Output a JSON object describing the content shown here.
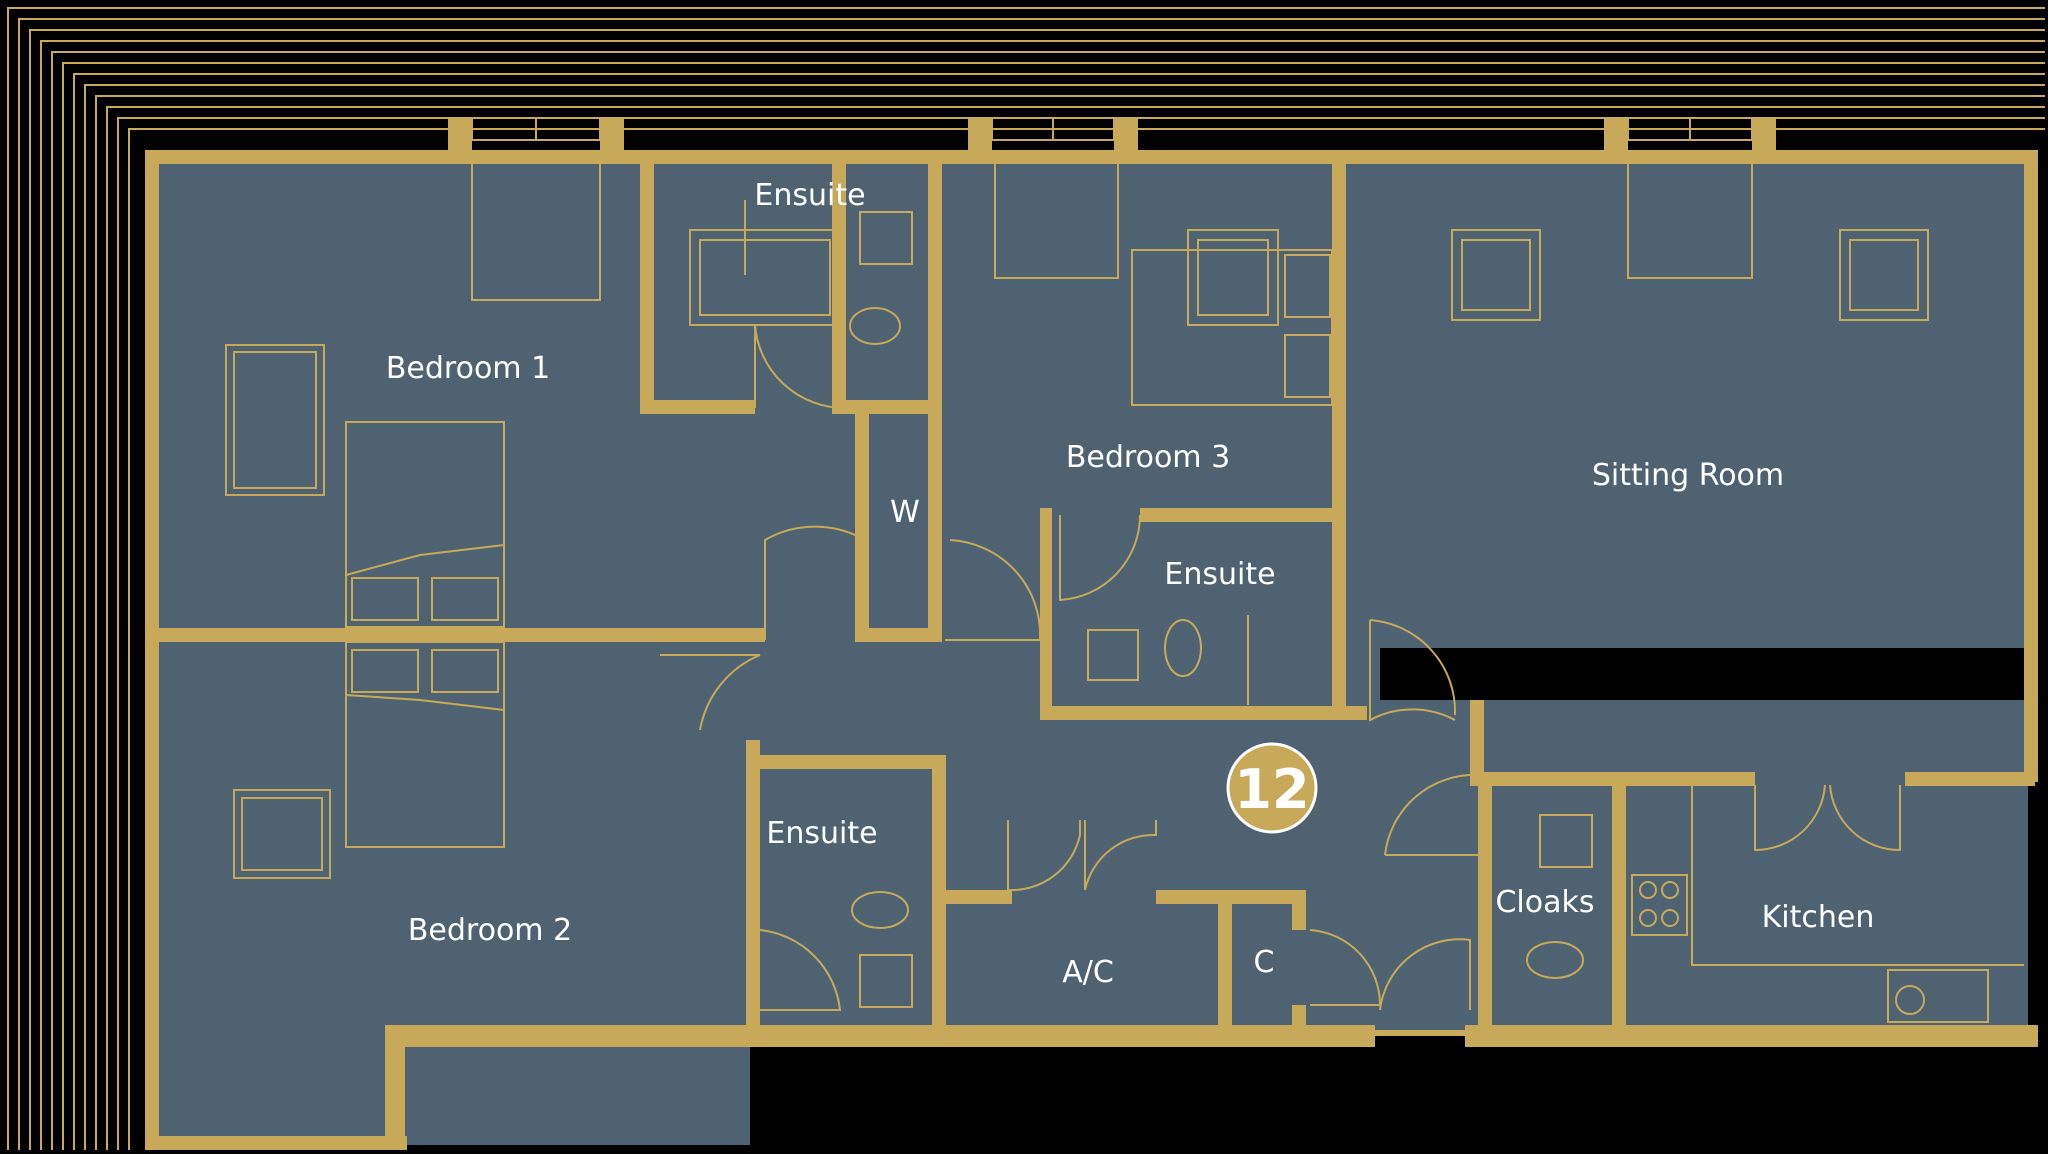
{
  "unit": {
    "number": "12"
  },
  "rooms": {
    "bedroom_1": "Bedroom 1",
    "bedroom_2": "Bedroom 2",
    "bedroom_3": "Bedroom 3",
    "sitting_room": "Sitting Room",
    "kitchen": "Kitchen",
    "cloaks": "Cloaks",
    "ac": "A/C",
    "cupboard": "C",
    "wardrobe": "W",
    "ensuite_1": "Ensuite",
    "ensuite_2": "Ensuite",
    "ensuite_3": "Ensuite"
  },
  "colors": {
    "background": "#000000",
    "floor": "#4e6271",
    "wall": "#c8a95a",
    "fixture_line": "#c8a95a",
    "label": "#ffffff",
    "badge": "#c8a95a"
  }
}
